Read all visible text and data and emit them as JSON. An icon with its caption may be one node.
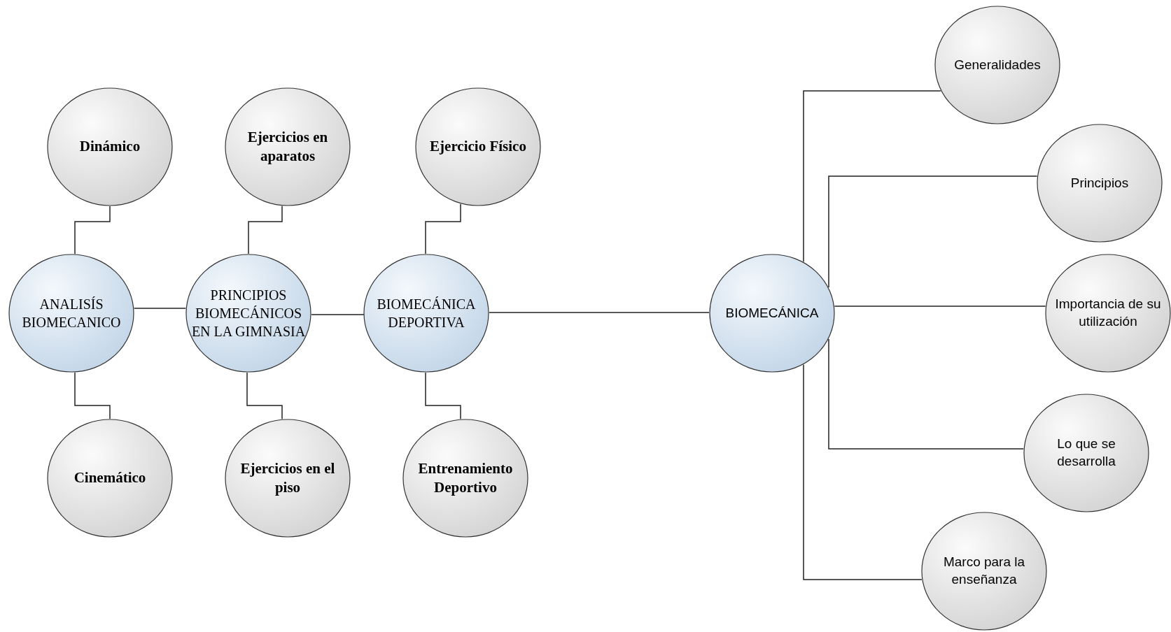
{
  "diagram": {
    "nodes": [
      {
        "text": [
          "ANALISÍS BIOMECANICO"
        ]
      },
      {
        "text": [
          "Dinámico"
        ]
      },
      {
        "text": [
          "Cinemático"
        ]
      },
      {
        "text": [
          "PRINCIPIOS BIOMECÁNICOS EN LA GIMNASIA"
        ]
      },
      {
        "text": [
          "Ejercicios en aparatos"
        ]
      },
      {
        "text": [
          "Ejercicios en el piso"
        ]
      },
      {
        "text": [
          "BIOMECÁNICA DEPORTIVA"
        ]
      },
      {
        "text": [
          "Ejercicio Físico"
        ]
      },
      {
        "text": [
          "Entrenamiento Deportivo"
        ]
      },
      {
        "text": [
          "BIOMECÁNICA"
        ]
      },
      {
        "text": [
          "Generalidades"
        ]
      },
      {
        "text": [
          "Principios"
        ]
      },
      {
        "text": [
          "Importancia de su utilización"
        ]
      },
      {
        "text": [
          "Lo que se desarrolla"
        ]
      },
      {
        "text": [
          "Marco para la enseñanza"
        ]
      }
    ],
    "edges": [
      {
        "from": 0,
        "to": 1,
        "arrow": "none"
      },
      {
        "from": 0,
        "to": 2,
        "arrow": "none"
      },
      {
        "from": 0,
        "to": 3,
        "arrow": "none"
      },
      {
        "from": 3,
        "to": 4,
        "arrow": "none"
      },
      {
        "from": 3,
        "to": 5,
        "arrow": "none"
      },
      {
        "from": 3,
        "to": 6,
        "arrow": "none"
      },
      {
        "from": 6,
        "to": 7,
        "arrow": "none"
      },
      {
        "from": 6,
        "to": 8,
        "arrow": "none"
      },
      {
        "from": 6,
        "to": 9,
        "arrow": "none"
      },
      {
        "from": 9,
        "to": 10,
        "arrow": "none"
      },
      {
        "from": 9,
        "to": 11,
        "arrow": "none"
      },
      {
        "from": 9,
        "to": 12,
        "arrow": "none"
      },
      {
        "from": 9,
        "to": 13,
        "arrow": "none"
      },
      {
        "from": 9,
        "to": 14,
        "arrow": "none"
      }
    ]
  }
}
